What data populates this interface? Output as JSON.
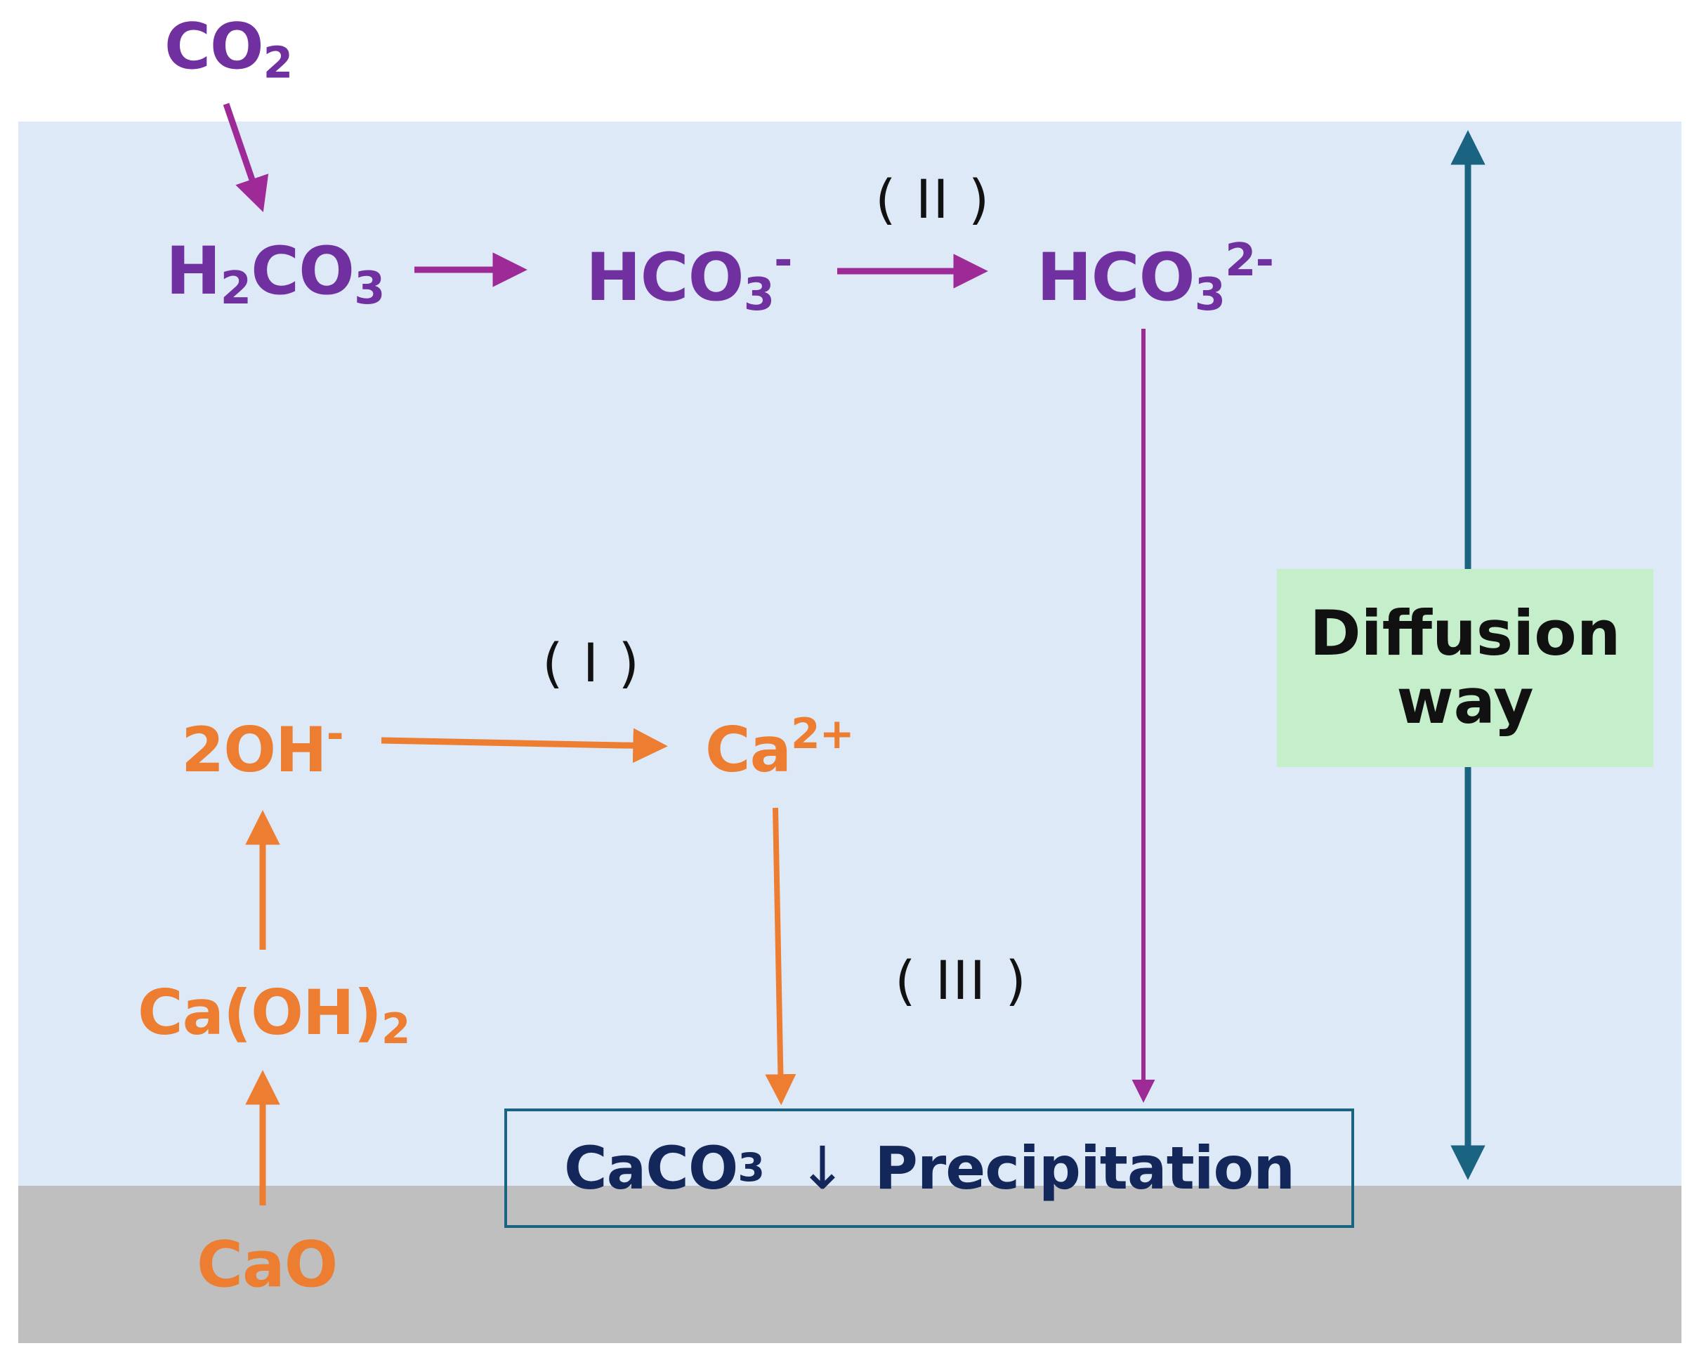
{
  "colors": {
    "purple_text": "#7030a0",
    "magenta_arrow": "#9e2a98",
    "orange": "#ed7d31",
    "navy": "#14275a",
    "teal_arrow": "#1b6481",
    "water_bg": "#dde9f6",
    "ground_bg": "#bfbfbf",
    "diffusion_bg": "#c5efcb"
  },
  "top_chain": {
    "co2": {
      "base": "CO",
      "sub": "2"
    },
    "h2co3": {
      "a": "H",
      "sub": "2",
      "b": "CO",
      "sub2": "3"
    },
    "hco3_minus": {
      "base": "HCO",
      "sub": "3",
      "sup": "-"
    },
    "hco3_2minus": {
      "base": "HCO",
      "sub": "3",
      "sup": "2-"
    }
  },
  "bottom_chain": {
    "two_oh": {
      "base": "2OH",
      "sup": "-"
    },
    "ca_ion": {
      "base": "Ca",
      "sup": "2+"
    },
    "caoh2": {
      "base": "Ca(OH)",
      "sub": "2"
    },
    "cao": {
      "base": "CaO"
    }
  },
  "step_labels": {
    "step1": "( I )",
    "step2": "( II )",
    "step3": "( III )"
  },
  "precipitation": {
    "formula": "CaCO",
    "sub": "3",
    "arrow": "↓",
    "word": "Precipitation"
  },
  "diffusion": {
    "line1": "Diffusion",
    "line2": "way"
  }
}
